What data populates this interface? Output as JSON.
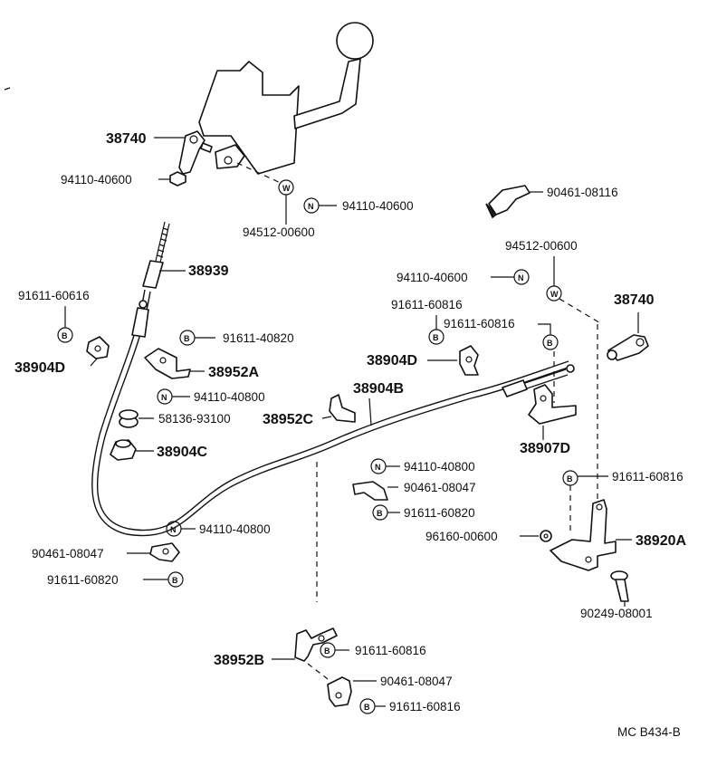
{
  "diagram_id": "MC B434-B",
  "labels": {
    "p38740_top": "38740",
    "p94110_40600_a": "94110-40600",
    "p94512_00600_a": "94512-00600",
    "p94110_40600_b": "94110-40600",
    "p90461_08116": "90461-08116",
    "p94512_00600_b": "94512-00600",
    "p94110_40600_c": "94110-40600",
    "p38740_right": "38740",
    "p38939": "38939",
    "p91611_60616": "91611-60616",
    "p91611_40820": "91611-40820",
    "p38904D_left": "38904D",
    "p38952A": "38952A",
    "p94110_40800_a": "94110-40800",
    "p58136_93100": "58136-93100",
    "p38904C": "38904C",
    "p91611_60816_a": "91611-60816",
    "p91611_60816_b": "91611-60816",
    "p38904D_right": "38904D",
    "p38904B": "38904B",
    "p38952C": "38952C",
    "p38907D": "38907D",
    "p94110_40800_b": "94110-40800",
    "p90461_08047_a": "90461-08047",
    "p91611_60820_a": "91611-60820",
    "p91611_60816_c": "91611-60816",
    "p96160_00600": "96160-00600",
    "p38920A": "38920A",
    "p94110_40800_c": "94110-40800",
    "p90461_08047_b": "90461-08047",
    "p91611_60820_b": "91611-60820",
    "p90249_08001": "90249-08001",
    "p38952B": "38952B",
    "p91611_60816_d": "91611-60816",
    "p90461_08047_c": "90461-08047",
    "p91611_60816_e": "91611-60816"
  },
  "symbols": {
    "washer": "W",
    "nut": "N",
    "bolt": "B"
  }
}
